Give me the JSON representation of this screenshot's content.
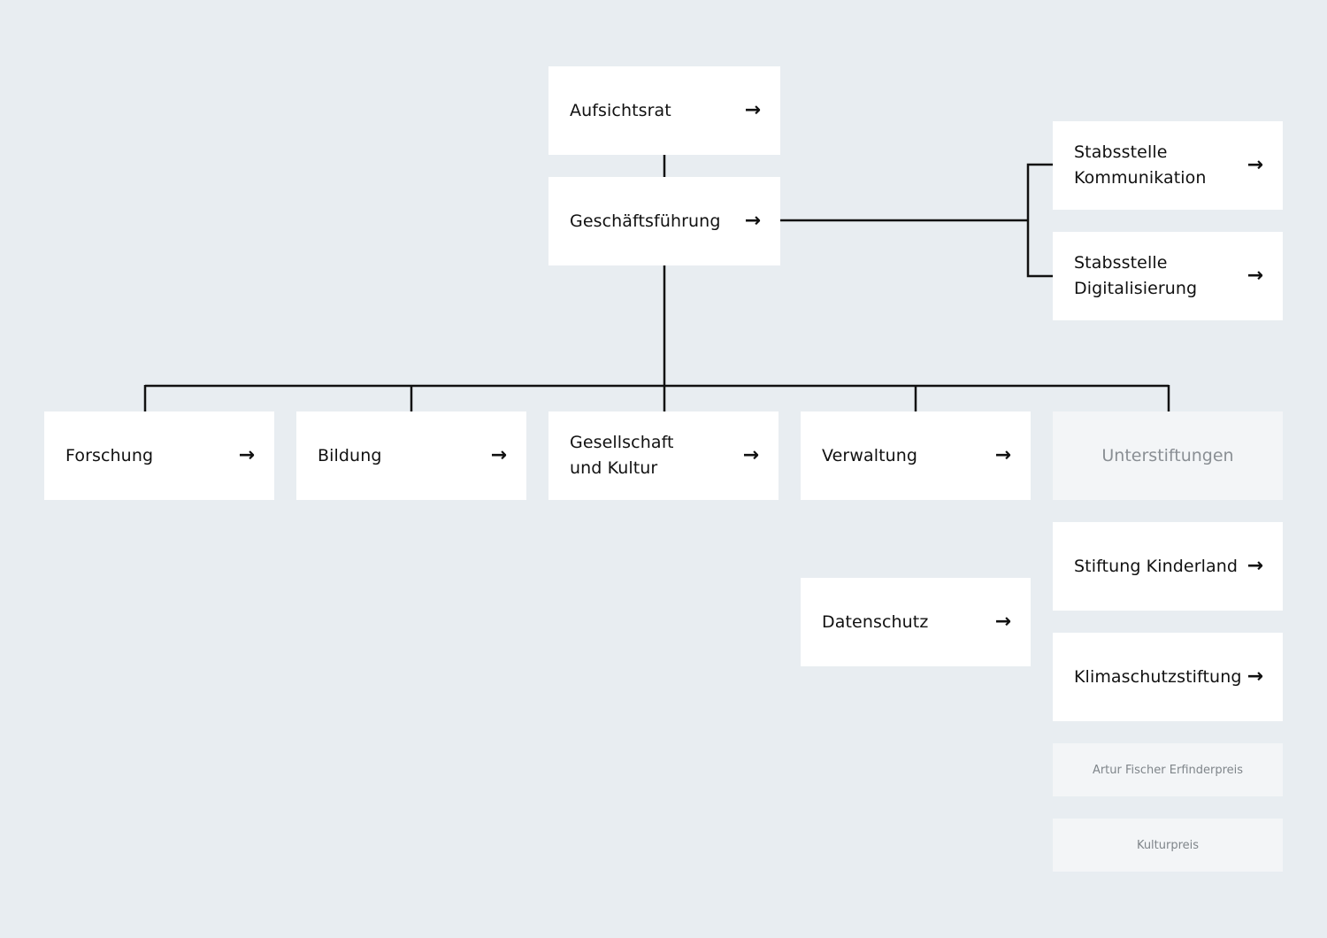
{
  "top": {
    "aufsichtsrat": "Aufsichtsrat",
    "geschaeftsfuehrung": "Geschäftsführung"
  },
  "staff": {
    "kommunikation": "Stabsstelle\nKommunikation",
    "digitalisierung": "Stabsstelle\nDigitalisierung"
  },
  "departments": {
    "forschung": "Forschung",
    "bildung": "Bildung",
    "gesellschaft": "Gesellschaft\nund Kultur",
    "verwaltung": "Verwaltung",
    "unterstiftungen": "Unterstiftungen"
  },
  "sub": {
    "datenschutz": "Datenschutz",
    "kinderland": "Stiftung Kinderland",
    "klimaschutz": "Klimaschutzstiftung",
    "erfinderpreis": "Artur Fischer Erfinderpreis",
    "kulturpreis": "Kulturpreis"
  },
  "arrow_glyph": "→",
  "colors": {
    "background": "#e8edf1",
    "box": "#ffffff",
    "muted_box": "#f3f5f7",
    "line": "#111111",
    "muted_text": "#8a8f94"
  }
}
